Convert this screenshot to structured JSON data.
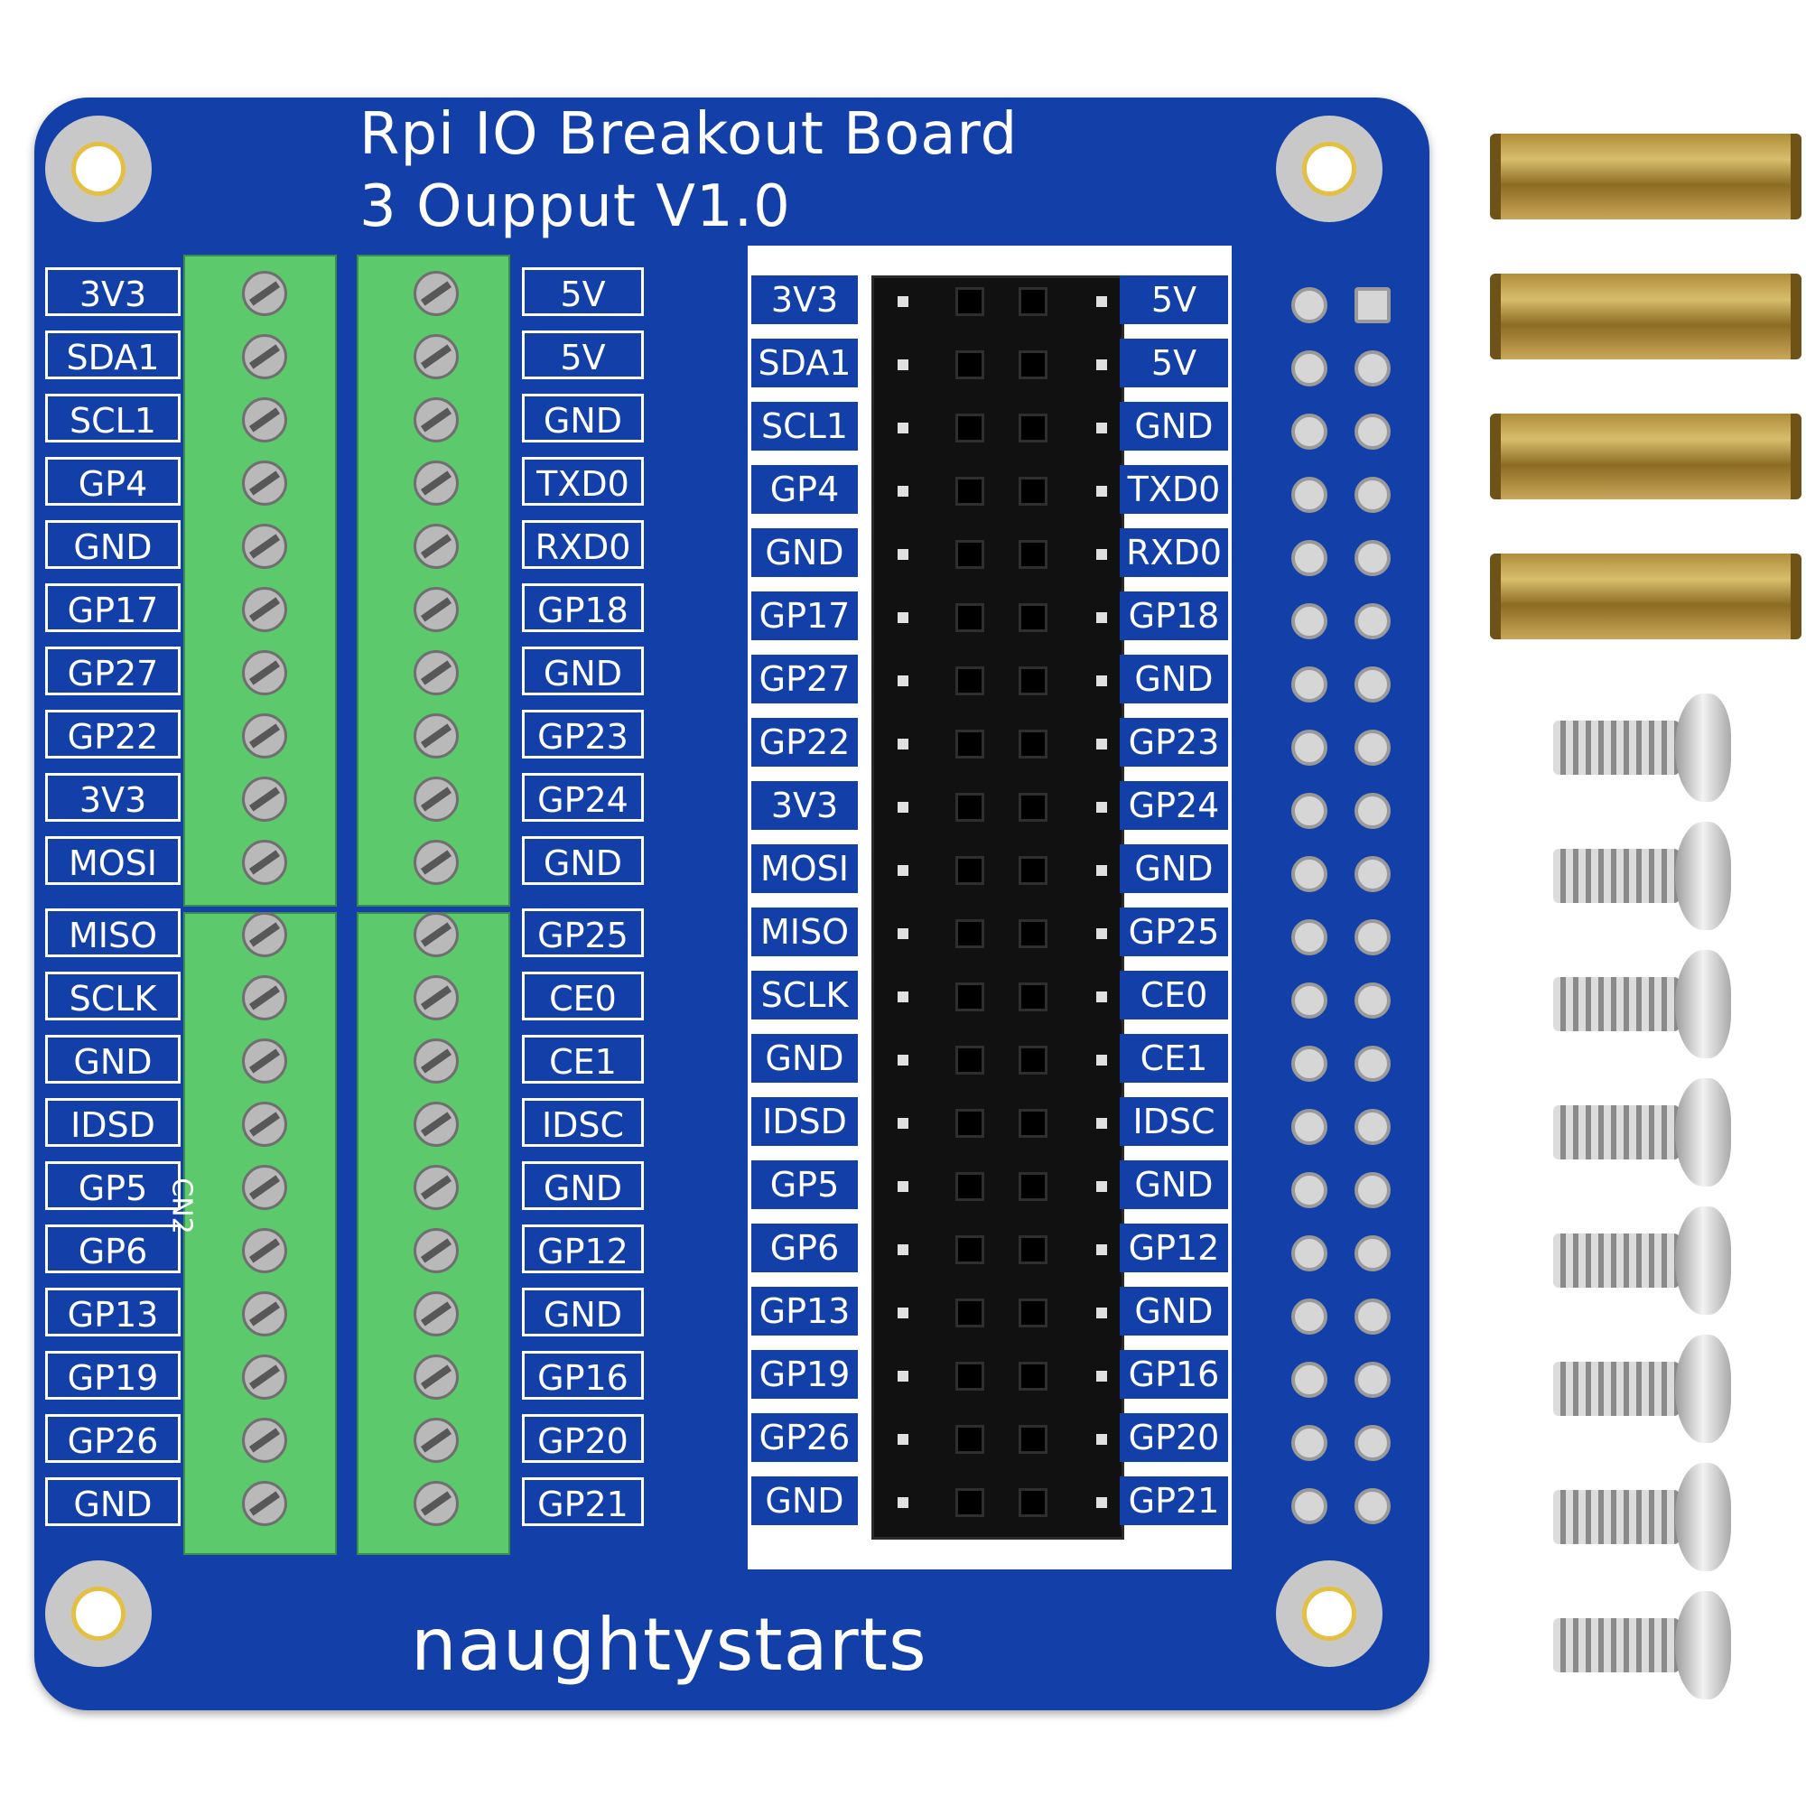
{
  "board": {
    "title_line1": "Rpi IO Breakout Board",
    "title_line2": "3 Oupput V1.0",
    "brand": "naughtystarts"
  },
  "terminal_labels": {
    "left": [
      "3V3",
      "SDA1",
      "SCL1",
      "GP4",
      "GND",
      "GP17",
      "GP27",
      "GP22",
      "3V3",
      "MOSI",
      "MISO",
      "SCLK",
      "GND",
      "IDSD",
      "GP5",
      "GP6",
      "GP13",
      "GP19",
      "GP26",
      "GND"
    ],
    "right": [
      "5V",
      "5V",
      "GND",
      "TXD0",
      "RXD0",
      "GP18",
      "GND",
      "GP23",
      "GP24",
      "GND",
      "GP25",
      "CE0",
      "CE1",
      "IDSC",
      "GND",
      "GP12",
      "GND",
      "GP16",
      "GP20",
      "GP21"
    ]
  },
  "header_labels": {
    "left": [
      "3V3",
      "SDA1",
      "SCL1",
      "GP4",
      "GND",
      "GP17",
      "GP27",
      "GP22",
      "3V3",
      "MOSI",
      "MISO",
      "SCLK",
      "GND",
      "IDSD",
      "GP5",
      "GP6",
      "GP13",
      "GP19",
      "GP26",
      "GND"
    ],
    "right": [
      "5V",
      "5V",
      "GND",
      "TXD0",
      "RXD0",
      "GP18",
      "GND",
      "GP23",
      "GP24",
      "GND",
      "GP25",
      "CE0",
      "CE1",
      "IDSC",
      "GND",
      "GP12",
      "GND",
      "GP16",
      "GP20",
      "GP21"
    ]
  },
  "silkscreen_marker": "CN2",
  "accessories": {
    "standoff_count": 4,
    "screw_count": 8
  }
}
